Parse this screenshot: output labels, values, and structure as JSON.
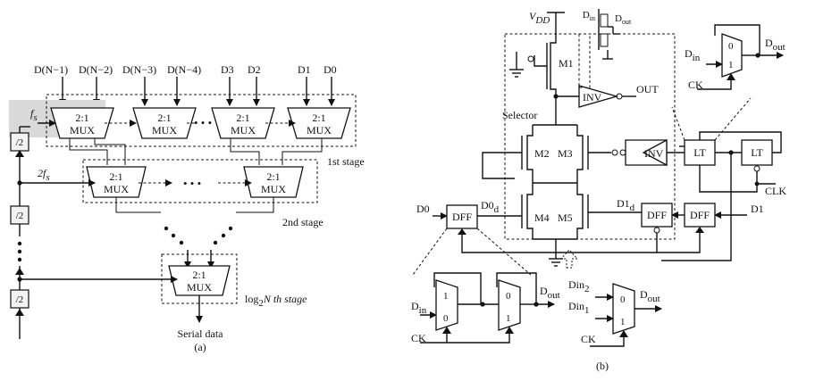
{
  "panel_a": {
    "inputs_left": [
      "D(N−1)",
      "D(N−2)",
      "D(N−3)",
      "D(N−4)"
    ],
    "inputs_right": [
      "D3",
      "D2",
      "D1",
      "D0"
    ],
    "mux_label_top": "2:1",
    "mux_label_bottom": "MUX",
    "clock_fs": "f",
    "clock_fs_sub": "s",
    "clock_2fs": "2f",
    "clock_2fs_sub": "s",
    "divider": "/2",
    "dots": "• • •",
    "stage1": "1st stage",
    "stage2": "2nd stage",
    "stage_last_pre": "log",
    "stage_last_sub": "2",
    "stage_last_post": "N th stage",
    "output": "Serial data",
    "caption": "(a)"
  },
  "panel_b": {
    "vdd": "V",
    "vdd_sub": "DD",
    "transistors": [
      "M1",
      "M2",
      "M3",
      "M4",
      "M5"
    ],
    "inv": "INV",
    "out": "OUT",
    "selector": "Selector",
    "dff": "DFF",
    "lt": "LT",
    "clk": "CLK",
    "d0": "D0",
    "d1": "D1",
    "d0d": "D0",
    "d0d_sub": "d",
    "d1d": "D1",
    "d1d_sub": "d",
    "din": "D",
    "din_sub": "in",
    "dout": "D",
    "dout_sub": "out",
    "din2": "Din",
    "din2_sub": "2",
    "din1": "Din",
    "din1_sub": "1",
    "ck": "CK",
    "mux_one": "1",
    "mux_zero": "0",
    "caption": "(b)"
  }
}
